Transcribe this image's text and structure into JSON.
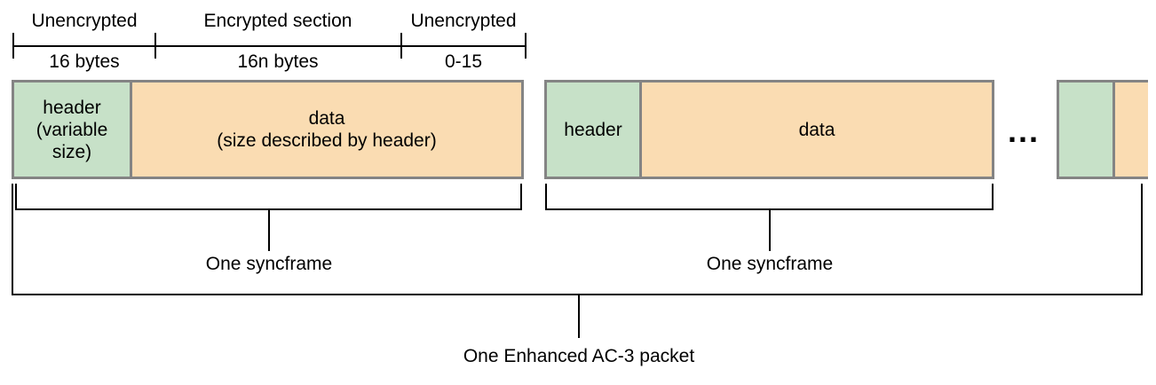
{
  "ruler": {
    "sections": [
      {
        "label": "Unencrypted",
        "size": "16 bytes"
      },
      {
        "label": "Encrypted section",
        "size": "16n bytes"
      },
      {
        "label": "Unencrypted",
        "size": "0-15"
      }
    ]
  },
  "syncframe1": {
    "header_lines": [
      "header",
      "(variable",
      "size)"
    ],
    "data_lines": [
      "data",
      "(size described by header)"
    ],
    "bracket_label": "One syncframe"
  },
  "syncframe2": {
    "header_label": "header",
    "data_label": "data",
    "bracket_label": "One syncframe"
  },
  "ellipsis": "...",
  "packet": {
    "bracket_label": "One Enhanced AC-3 packet"
  },
  "colors": {
    "header_fill": "#c7e1c8",
    "data_fill": "#fadcb2",
    "box_border": "#848484",
    "line_color": "#000000"
  }
}
